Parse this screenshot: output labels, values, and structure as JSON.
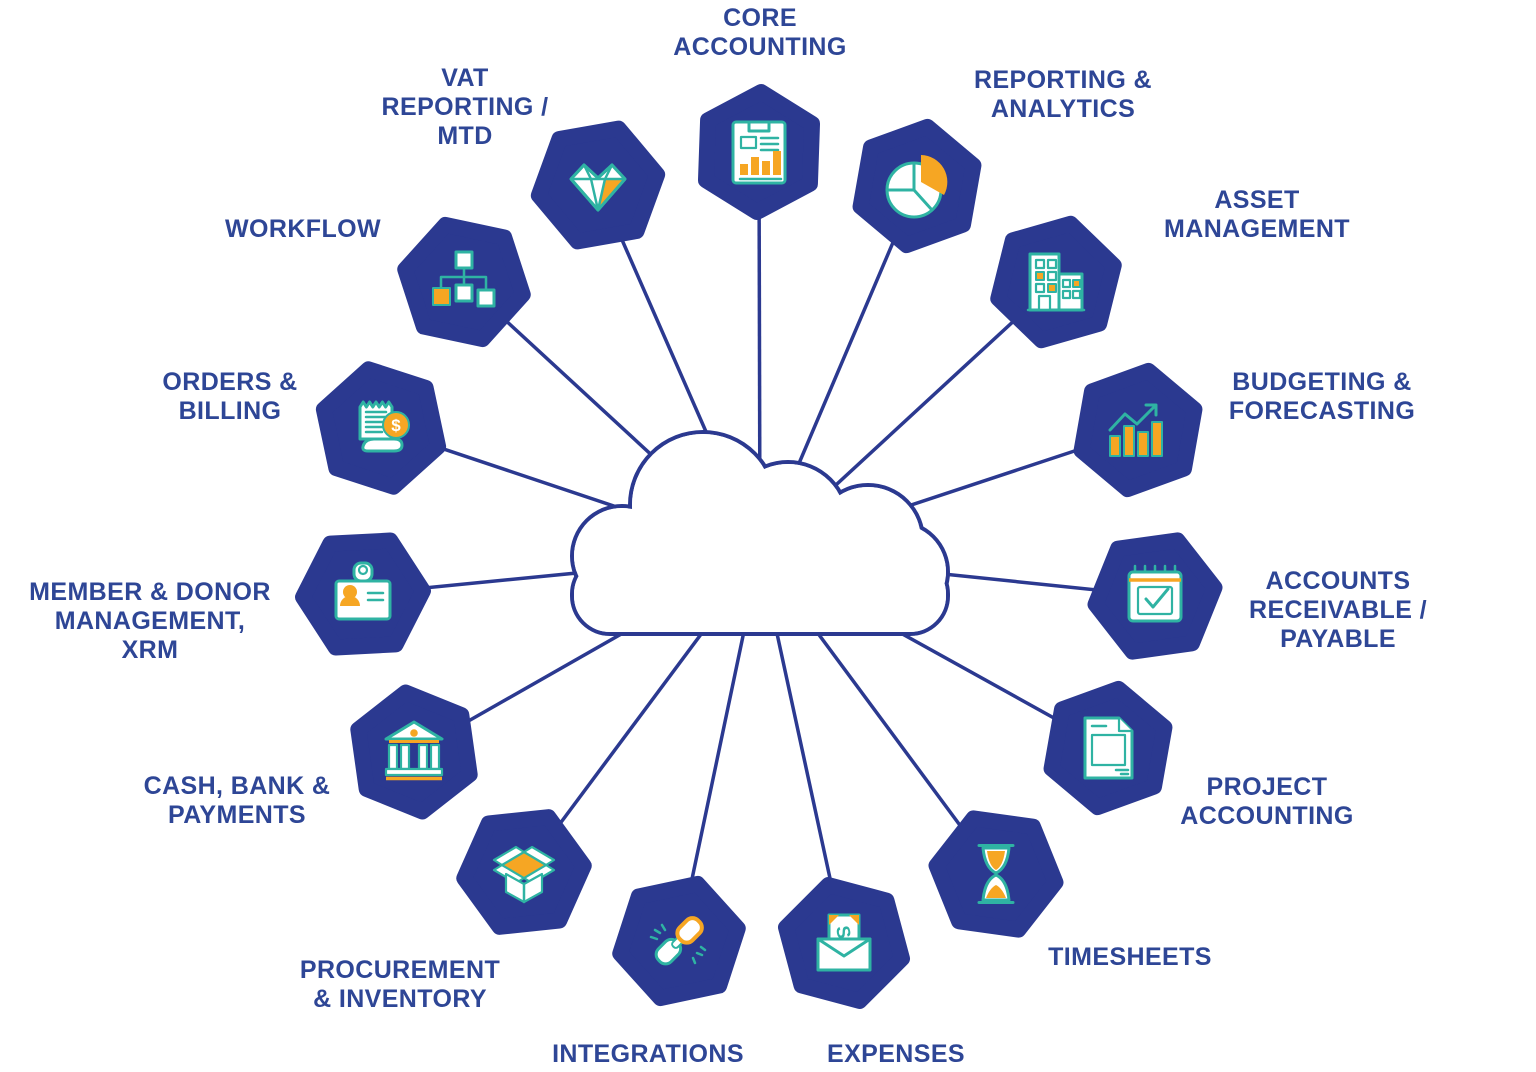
{
  "diagram": {
    "center": {
      "name": "cloud",
      "description": "cloud platform hub"
    },
    "colors": {
      "navy": "#2b3990",
      "text": "#2e4696",
      "teal": "#2fb3a3",
      "orange": "#f6a623",
      "background": "#ffffff"
    },
    "nodes": [
      {
        "id": "core-accounting",
        "label": "CORE\nACCOUNTING",
        "icon": "report-document-icon"
      },
      {
        "id": "vat-reporting-mtd",
        "label": "VAT\nREPORTING /\nMTD",
        "icon": "diamond-gem-icon"
      },
      {
        "id": "reporting-analytics",
        "label": "REPORTING &\nANALYTICS",
        "icon": "pie-chart-icon"
      },
      {
        "id": "workflow",
        "label": "WORKFLOW",
        "icon": "org-chart-icon"
      },
      {
        "id": "asset-management",
        "label": "ASSET\nMANAGEMENT",
        "icon": "buildings-icon"
      },
      {
        "id": "orders-billing",
        "label": "ORDERS &\nBILLING",
        "icon": "receipt-coin-icon"
      },
      {
        "id": "budgeting-forecasting",
        "label": "BUDGETING &\nFORECASTING",
        "icon": "bar-chart-arrow-icon"
      },
      {
        "id": "member-donor-management-xrm",
        "label": "MEMBER & DONOR\nMANAGEMENT,\nXRM",
        "icon": "id-badge-icon"
      },
      {
        "id": "accounts-receivable-payable",
        "label": "ACCOUNTS\nRECEIVABLE /\nPAYABLE",
        "icon": "calendar-check-icon"
      },
      {
        "id": "cash-bank-payments",
        "label": "CASH, BANK &\nPAYMENTS",
        "icon": "bank-building-icon"
      },
      {
        "id": "project-accounting",
        "label": "PROJECT\nACCOUNTING",
        "icon": "spreadsheet-document-icon"
      },
      {
        "id": "procurement-inventory",
        "label": "PROCUREMENT\n& INVENTORY",
        "icon": "open-box-icon"
      },
      {
        "id": "timesheets",
        "label": "TIMESHEETS",
        "icon": "hourglass-icon"
      },
      {
        "id": "integrations",
        "label": "INTEGRATIONS",
        "icon": "chain-link-icon"
      },
      {
        "id": "expenses",
        "label": "EXPENSES",
        "icon": "money-envelope-icon"
      }
    ]
  }
}
